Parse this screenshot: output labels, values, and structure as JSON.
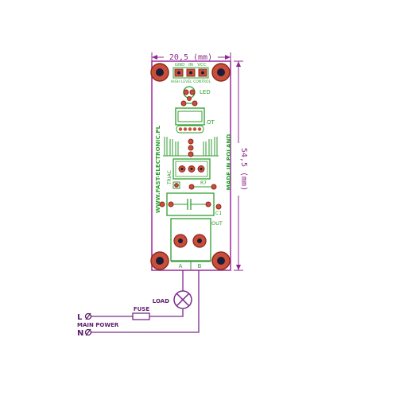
{
  "colors": {
    "background": "#ffffff",
    "board_outline": "#9b2a9b",
    "dimension": "#8c2a8c",
    "silkscreen": "#2f9e2f",
    "pad": "#c8503a",
    "pad_ring": "#8e2a1e",
    "wire": "#7a2a8a",
    "text_dark": "#5a1f6a"
  },
  "dimensions": {
    "width_label": "20,5 (mm)",
    "height_label": "54,5 (mm)"
  },
  "board": {
    "vendor_text": "WWW.FAST-ELECTRONIC.PL",
    "made_in_text": "MADE IN POLAND",
    "header_pins": [
      "GND",
      "IN",
      "VCC"
    ],
    "control_label": "HIGH LEVEL CONTROL",
    "component_labels": {
      "led": "LED",
      "optotriac": "OT",
      "triac": "TRIAC",
      "r7": "R7",
      "c1": "C1",
      "output": "OUT",
      "terminal_a": "A",
      "terminal_b": "B"
    }
  },
  "wiring": {
    "load_label": "LOAD",
    "fuse_label": "FUSE",
    "line_label": "L",
    "neutral_label": "N",
    "main_power_label": "MAIN POWER"
  }
}
